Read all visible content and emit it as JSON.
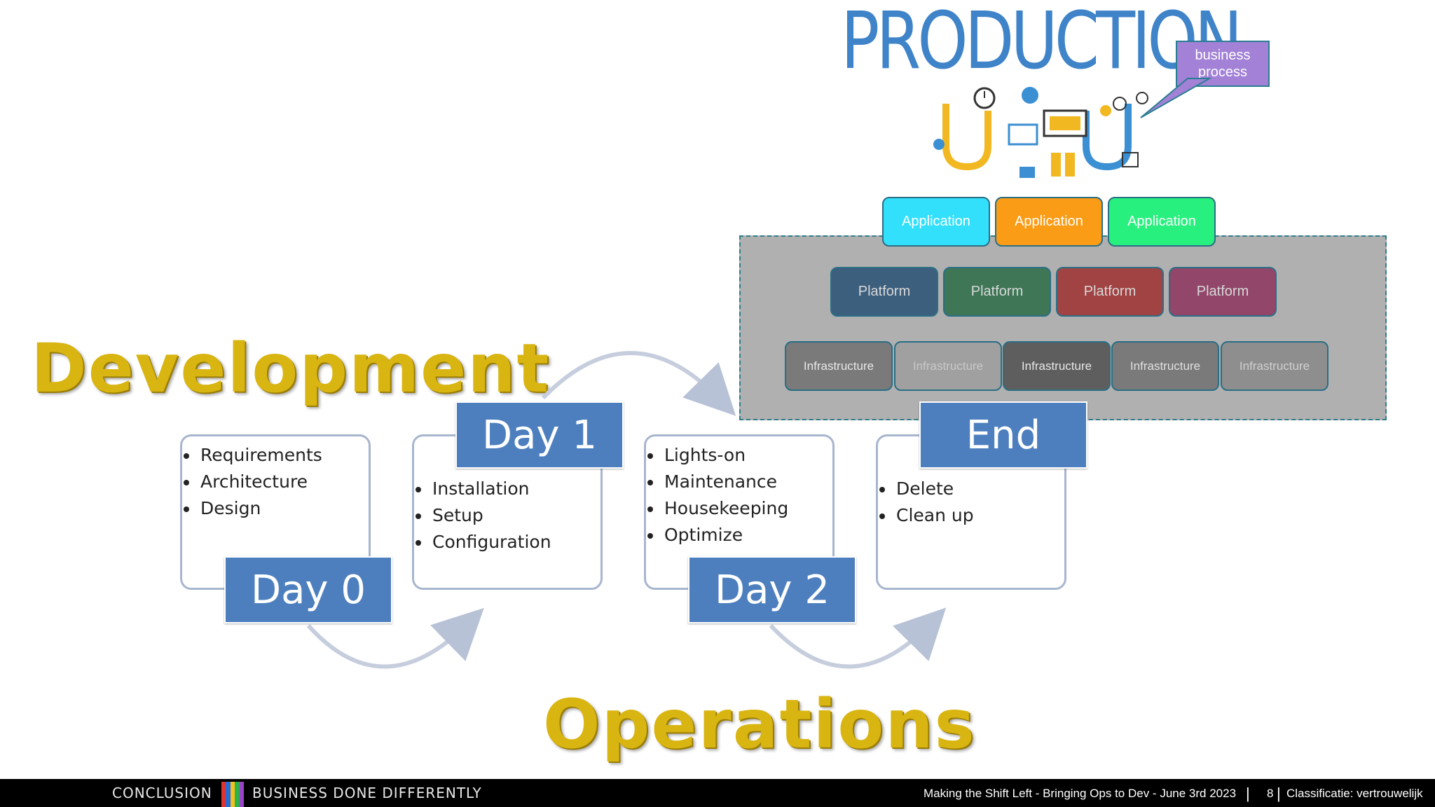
{
  "headings": {
    "production": "PRODUCTION",
    "development": "Development",
    "operations": "Operations"
  },
  "callout": {
    "text": "business process"
  },
  "applications": [
    {
      "label": "Application",
      "color": "#33e0fc"
    },
    {
      "label": "Application",
      "color": "#fb9c16"
    },
    {
      "label": "Application",
      "color": "#28f07e"
    }
  ],
  "platforms": [
    {
      "label": "Platform",
      "color": "#3d5f7e"
    },
    {
      "label": "Platform",
      "color": "#3e7656"
    },
    {
      "label": "Platform",
      "color": "#a14343"
    },
    {
      "label": "Platform",
      "color": "#92466a"
    }
  ],
  "infrastructure": [
    {
      "label": "Infrastructure",
      "color": "#7a7a7a",
      "text_color": "#e8e8e8"
    },
    {
      "label": "Infrastructure",
      "color": "#a0a0a0",
      "text_color": "#c8c8c8"
    },
    {
      "label": "Infrastructure",
      "color": "#5e5e5e",
      "text_color": "#e8e8e8"
    },
    {
      "label": "Infrastructure",
      "color": "#7a7a7a",
      "text_color": "#e0e0e0"
    },
    {
      "label": "Infrastructure",
      "color": "#8e8e8e",
      "text_color": "#d0d0d0"
    }
  ],
  "lifecycle": [
    {
      "title": "Day 0",
      "items": [
        "Requirements",
        "Architecture",
        "Design"
      ]
    },
    {
      "title": "Day 1",
      "items": [
        "Installation",
        "Setup",
        "Configuration"
      ]
    },
    {
      "title": "Day 2",
      "items": [
        "Lights-on",
        "Maintenance",
        "Housekeeping",
        "Optimize"
      ]
    },
    {
      "title": "End",
      "items": [
        "Delete",
        "Clean up"
      ]
    }
  ],
  "footer": {
    "left1": "CONCLUSION",
    "left2": "BUSINESS DONE DIFFERENTLY",
    "title": "Making the Shift Left - Bringing Ops to Dev  - June 3rd 2023",
    "page": "8",
    "classification": "Classificatie: vertrouwelijk",
    "stripe_colors": [
      "#e0322f",
      "#2b6bd6",
      "#f1c21b",
      "#2bb24c",
      "#9a43c8"
    ]
  }
}
